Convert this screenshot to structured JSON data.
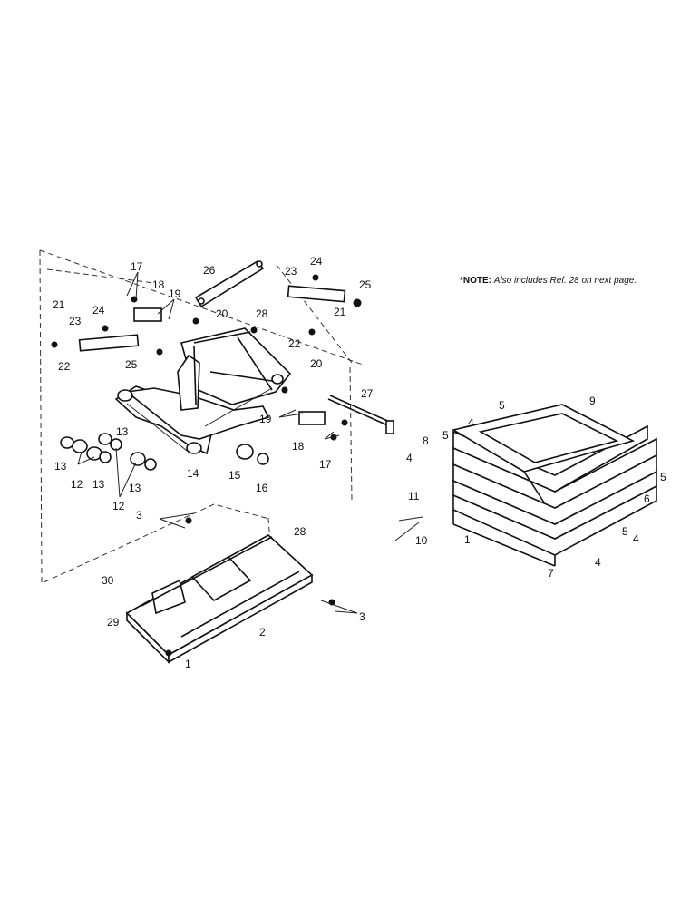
{
  "note": {
    "prefix": "*NOTE:",
    "text": "Also includes Ref. 28 on next page."
  },
  "callouts": [
    "1",
    "1",
    "2",
    "3",
    "3",
    "4",
    "4",
    "4",
    "4",
    "5",
    "5",
    "5",
    "5",
    "6",
    "7",
    "8",
    "9",
    "10",
    "11",
    "12",
    "12",
    "13",
    "13",
    "13",
    "13",
    "14",
    "15",
    "16",
    "17",
    "17",
    "18",
    "18",
    "19",
    "19",
    "20",
    "20",
    "21",
    "21",
    "22",
    "22",
    "23",
    "23",
    "24",
    "24",
    "25",
    "25",
    "26",
    "27",
    "28",
    "28",
    "29",
    "30"
  ]
}
